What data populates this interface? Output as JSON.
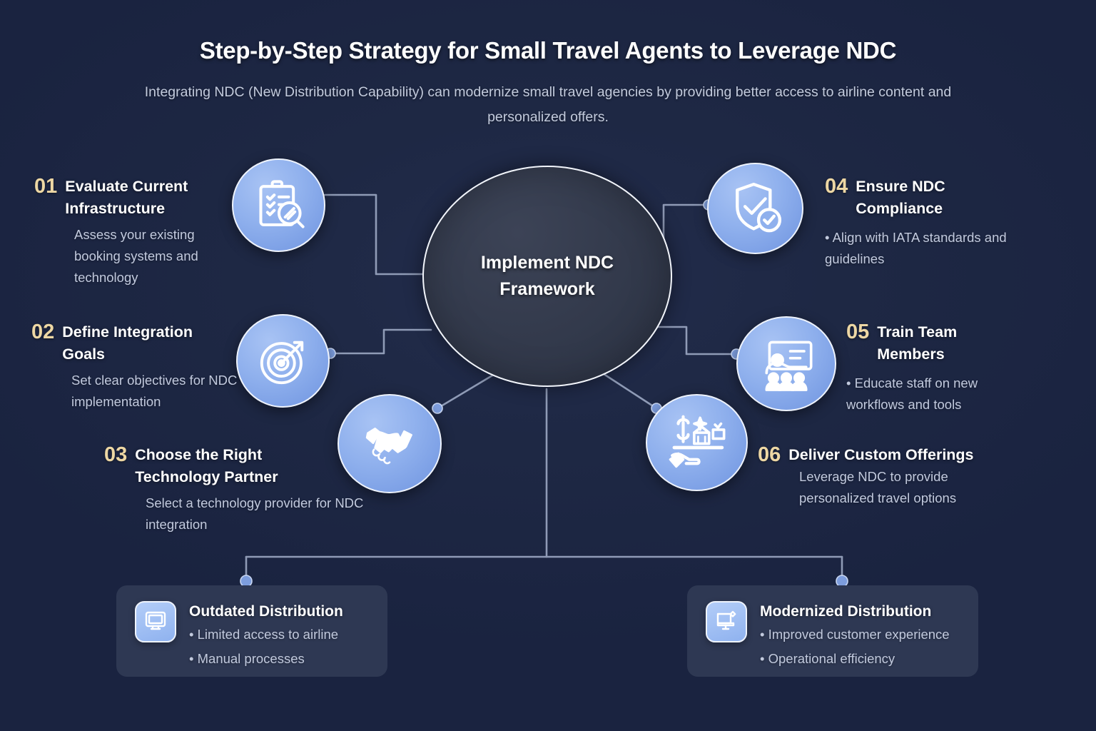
{
  "header": {
    "title": "Step-by-Step Strategy for Small Travel Agents to Leverage NDC",
    "subtitle": "Integrating NDC (New Distribution Capability) can modernize small travel agencies by providing better access to airline content and personalized offers."
  },
  "hub": {
    "label_line1": "Implement NDC",
    "label_line2": "Framework"
  },
  "steps": [
    {
      "number": "01",
      "title": "Evaluate Current Infrastructure",
      "desc": "Assess your existing booking systems and technology",
      "icon": "clipboard-checklist-magnifier-icon"
    },
    {
      "number": "02",
      "title": "Define Integration Goals",
      "desc": "Set clear objectives for NDC implementation",
      "icon": "target-arrow-icon"
    },
    {
      "number": "03",
      "title": "Choose the Right Technology Partner",
      "desc": "Select a technology provider for NDC integration",
      "icon": "handshake-icon"
    },
    {
      "number": "04",
      "title": "Ensure NDC Compliance",
      "desc": "• Align with IATA standards and guidelines",
      "icon": "shield-check-icon"
    },
    {
      "number": "05",
      "title": "Train Team Members",
      "desc": "• Educate staff on new workflows and tools",
      "icon": "training-presentation-icon"
    },
    {
      "number": "06",
      "title": "Deliver Custom Offerings",
      "desc": "Leverage NDC to provide personalized travel options",
      "icon": "hand-offering-tray-icon"
    }
  ],
  "cards": [
    {
      "title": "Outdated Distribution",
      "icon": "old-monitor-icon",
      "bullets": [
        "• Limited access to airline",
        "• Manual processes"
      ]
    },
    {
      "title": "Modernized Distribution",
      "icon": "modern-monitor-icon",
      "bullets": [
        "• Improved customer experience",
        "• Operational efficiency"
      ]
    }
  ],
  "colors": {
    "background": "#1b2540",
    "hub_fill": "#343b4d",
    "accent_number": "#edd7a4",
    "bubble_blue": "#8fb0ed",
    "connector": "#9fabc6",
    "card_bg": "#2e3853",
    "body_text": "#c2cade"
  }
}
